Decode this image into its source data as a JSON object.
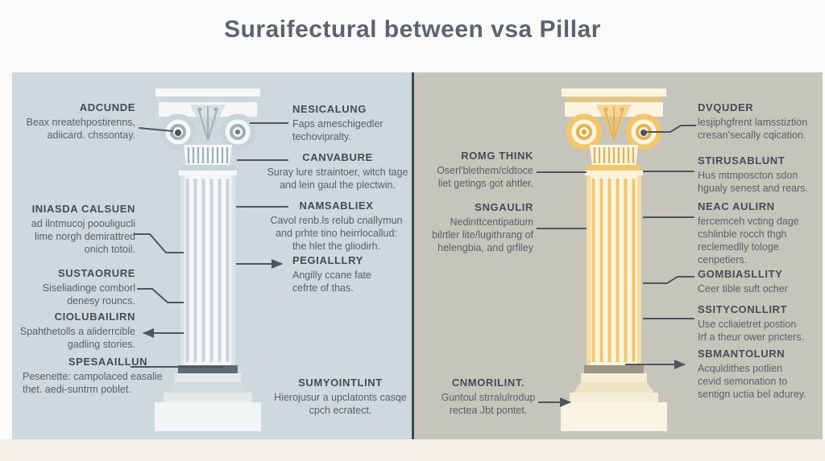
{
  "title": "Suraifectural between vsa Pillar",
  "colors": {
    "left_panel_bg": "#cdd9dc",
    "right_panel_bg": "#c6c5bc",
    "divider": "#43484c",
    "title_text": "#5c6470",
    "heading_text": "#454c52",
    "body_text": "#5a6065",
    "leader_line": "#4e565c",
    "left_pillar_white": "#f6f8f8",
    "left_pillar_shade": "#c9d4d8",
    "left_pillar_dark_band": "#5d6a71",
    "right_pillar_cream": "#fdf4df",
    "right_pillar_gold": "#f1c66d",
    "right_pillar_dark_band": "#9d9484",
    "bottom_strip": "#f4f0e9"
  },
  "left_panel": {
    "outer_labels": [
      {
        "title": "ADCUNDE",
        "body": "Beax nreatehpostirenns,\nadiicard. chssontay."
      },
      {
        "title": "INIASDA CALSUEN",
        "body": "ad ilntmucoj poouligucli\nlime norgh demirattred\nonich totoil."
      },
      {
        "title": "SUSTAORURE",
        "body": "Siseliadinge comborl\ndenesy rouncs."
      },
      {
        "title": "CIOLUBAILIRN",
        "body": "Spahthetolls a aliderrcible\ngadling stories."
      },
      {
        "title": "SPESAAILLUN",
        "body": "Pesenette: campolaced easalie\nthet. aedi-suntrm poblet."
      }
    ],
    "inner_labels": [
      {
        "title": "NESICALUNG",
        "body": "Faps ameschigedler\ntechovipralty."
      },
      {
        "title": "CANVABURE",
        "body": "Suray lure straintoer, witch tage\nand lein gaul the plectwin."
      },
      {
        "title": "NAMSABLIEX",
        "body": "Cavol renb.ls relub cnallymun\nand prhte tino heirrlocallud:\nthe hlet the gliodirh."
      },
      {
        "title": "PEGIALLLRY",
        "body": "Angilly ccane fate\ncefrte of thas."
      },
      {
        "title": "SUMYOINTLINT",
        "body": "Hierojusur a upclatonts casqe\ncpch ecratect."
      }
    ]
  },
  "right_panel": {
    "inner_labels": [
      {
        "title": "ROMG THINK",
        "body": "Oserl'blethem/cldtoce\nliet getings got ahtler."
      },
      {
        "title": "SNGAULIR",
        "body": "Nedinttcentipatium\nbilrtler lite/lugithrang of\nhelengbia, and grfiley"
      },
      {
        "title": "CNMORILINT.",
        "body": "Guntoul strralulrodup\nrectea Jbt pontet."
      }
    ],
    "outer_labels": [
      {
        "title": "DVQUDER",
        "body": "lesjiphgfrent lamsstiztion\ncresan'secally cqication."
      },
      {
        "title": "STIRUSABLUNT",
        "body": "Hus mtmposcton sdon\nhgualy senest and rears."
      },
      {
        "title": "NEAC AULIRN",
        "body": "fercemceh vcting dage\ncshlinble rocch thgh\nreclemedlly tologe\ncenpetiers."
      },
      {
        "title": "GOMBIASLLITY",
        "body": "Ceer tible suft ocher"
      },
      {
        "title": "SSITYCONLLIRT",
        "body": "Use ccliaietret postion\nIrf a theur ower pricters."
      },
      {
        "title": "SBMANTOLURN",
        "body": "Acquldithes potlien\ncevid semonation to\nsentign uctia bel adurey."
      }
    ]
  }
}
